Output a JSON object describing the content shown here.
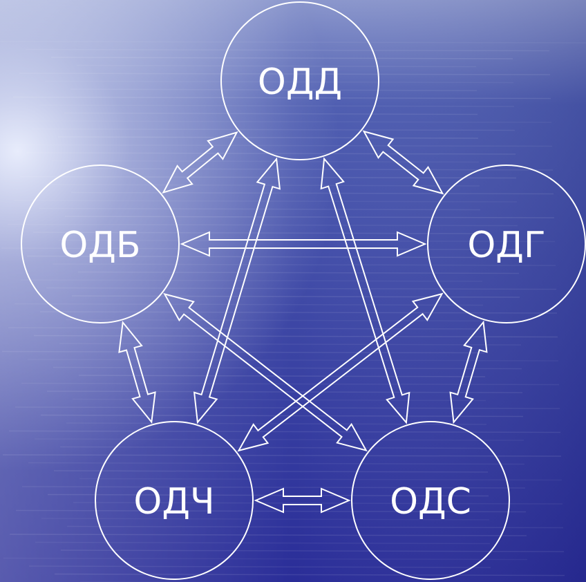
{
  "colors": {
    "sky_top": "#8a96cc",
    "water_mid": "#4d5cb0",
    "deep_blue": "#2a2d98",
    "glare": "#eef2ff",
    "line": "#ffffff"
  },
  "nodes": [
    {
      "id": "odd",
      "label": "ОДД"
    },
    {
      "id": "odb",
      "label": "ОДБ"
    },
    {
      "id": "odg",
      "label": "ОДГ"
    },
    {
      "id": "odch",
      "label": "ОДЧ"
    },
    {
      "id": "ods",
      "label": "ОДС"
    }
  ],
  "links": [
    {
      "from": "odd",
      "to": "odb",
      "kind": "bidirectional"
    },
    {
      "from": "odd",
      "to": "odg",
      "kind": "bidirectional"
    },
    {
      "from": "odb",
      "to": "odg",
      "kind": "bidirectional"
    },
    {
      "from": "odd",
      "to": "odch",
      "kind": "bidirectional"
    },
    {
      "from": "odd",
      "to": "ods",
      "kind": "bidirectional"
    },
    {
      "from": "odb",
      "to": "ods",
      "kind": "bidirectional"
    },
    {
      "from": "odg",
      "to": "odch",
      "kind": "bidirectional"
    },
    {
      "from": "odb",
      "to": "odch",
      "kind": "bidirectional"
    },
    {
      "from": "odg",
      "to": "ods",
      "kind": "bidirectional"
    },
    {
      "from": "odch",
      "to": "ods",
      "kind": "bidirectional"
    }
  ]
}
